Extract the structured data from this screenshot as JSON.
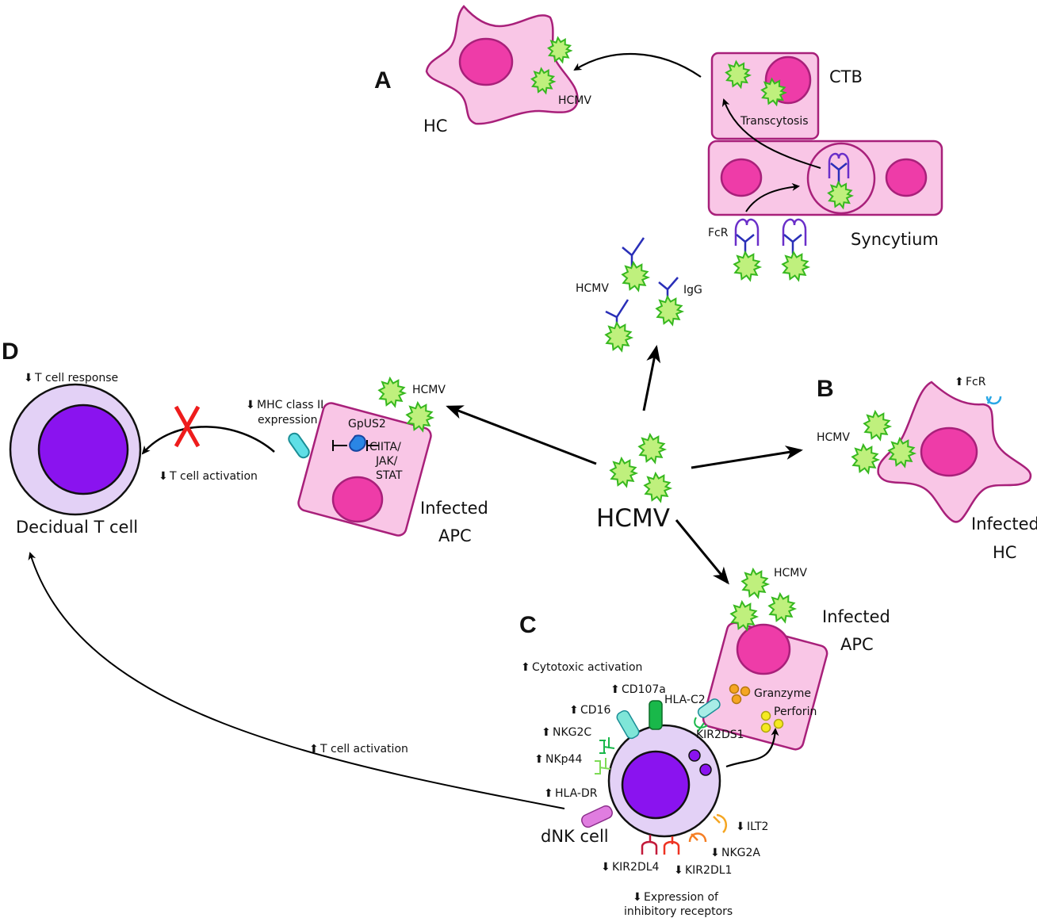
{
  "panels": {
    "a": "A",
    "b": "B",
    "c": "C",
    "d": "D"
  },
  "top": {
    "hc": "HC",
    "hcmv": "HCMV",
    "ctb": "CTB",
    "transcytosis": "Transcytosis",
    "fcr": "FcR",
    "syncytium": "Syncytium",
    "hcmv_igg": "HCMV",
    "igg": "IgG"
  },
  "center": {
    "hcmv": "HCMV"
  },
  "b": {
    "fcr": "FcR",
    "hcmv": "HCMV",
    "infected_line1": "Infected",
    "infected_line2": "HC"
  },
  "d": {
    "t_response": "T cell response",
    "mhc_line1": "MHC class II",
    "mhc_line2": "expression",
    "t_activation_down": "T cell activation",
    "decidual": "Decidual T cell",
    "gpus2": "GpUS2",
    "ciita_1": "CIITA/",
    "ciita_2": "JAK/",
    "ciita_3": "STAT",
    "hcmv": "HCMV",
    "infected_line1": "Infected",
    "infected_line2": "APC"
  },
  "c": {
    "hcmv": "HCMV",
    "infected_line1": "Infected",
    "infected_line2": "APC",
    "cytotoxic": "Cytotoxic activation",
    "cd107a": "CD107a",
    "cd16": "CD16",
    "hla_c2": "HLA-C2",
    "nkg2c": "NKG2C",
    "nkp44": "NKp44",
    "hla_dr": "HLA-DR",
    "granzyme": "Granzyme",
    "perforin": "Perforin",
    "kir2ds1": "KIR2DS1",
    "ilt2": "ILT2",
    "nkg2a": "NKG2A",
    "kir2dl4": "KIR2DL4",
    "kir2dl1": "KIR2DL1",
    "dnk": "dNK cell",
    "inhib_line1": "Expression of",
    "inhib_line2": "inhibitory receptors",
    "t_activation_up": "T cell activation"
  },
  "colors": {
    "cell_fill": "#f9c6e6",
    "cell_stroke": "#a8207a",
    "nucleus": "#ee3ca8",
    "virus_fill": "#bff07d",
    "virus_stroke": "#37b81f",
    "t_cell_outer": "#e3d1f6",
    "t_cell_nucleus": "#8a13ef",
    "antibody": "#2a2fb8",
    "block_x": "#ee1c1c"
  }
}
